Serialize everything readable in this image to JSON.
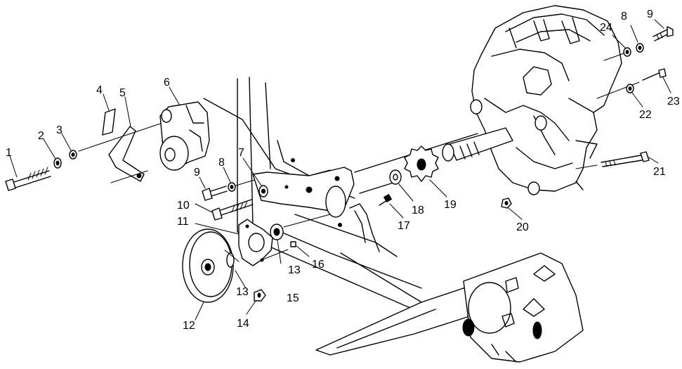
{
  "diagram": {
    "callouts": [
      {
        "id": "callout-1",
        "text": "1"
      },
      {
        "id": "callout-2",
        "text": "2"
      },
      {
        "id": "callout-3",
        "text": "3"
      },
      {
        "id": "callout-4",
        "text": "4"
      },
      {
        "id": "callout-5",
        "text": "5"
      },
      {
        "id": "callout-6",
        "text": "6"
      },
      {
        "id": "callout-7",
        "text": "7"
      },
      {
        "id": "callout-8a",
        "text": "8"
      },
      {
        "id": "callout-8b",
        "text": "8"
      },
      {
        "id": "callout-9a",
        "text": "9"
      },
      {
        "id": "callout-9b",
        "text": "9"
      },
      {
        "id": "callout-10",
        "text": "10"
      },
      {
        "id": "callout-11",
        "text": "11"
      },
      {
        "id": "callout-12",
        "text": "12"
      },
      {
        "id": "callout-13a",
        "text": "13"
      },
      {
        "id": "callout-13b",
        "text": "13"
      },
      {
        "id": "callout-14",
        "text": "14"
      },
      {
        "id": "callout-15",
        "text": "15"
      },
      {
        "id": "callout-16",
        "text": "16"
      },
      {
        "id": "callout-17",
        "text": "17"
      },
      {
        "id": "callout-18",
        "text": "18"
      },
      {
        "id": "callout-19",
        "text": "19"
      },
      {
        "id": "callout-20",
        "text": "20"
      },
      {
        "id": "callout-21",
        "text": "21"
      },
      {
        "id": "callout-22",
        "text": "22"
      },
      {
        "id": "callout-23",
        "text": "23"
      },
      {
        "id": "callout-24",
        "text": "24"
      }
    ]
  }
}
